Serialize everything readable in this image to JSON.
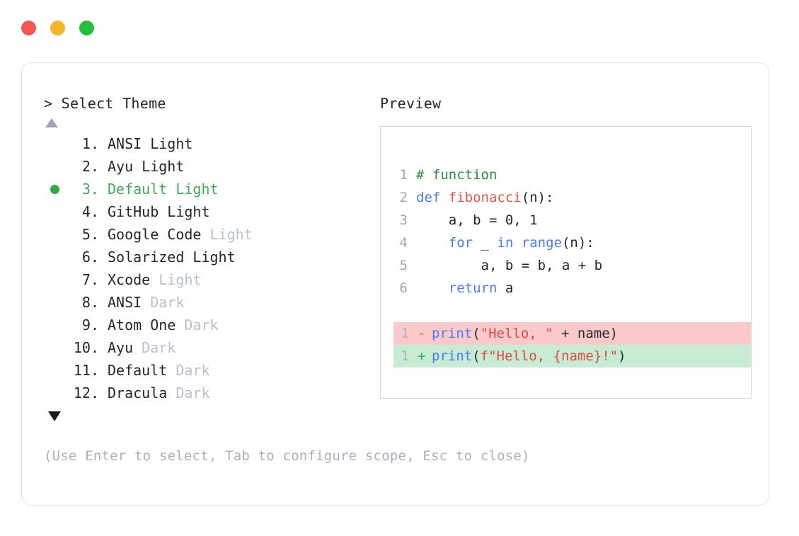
{
  "window": {
    "traffic_lights": [
      {
        "name": "close-button",
        "color": "#f2574f"
      },
      {
        "name": "minimize-button",
        "color": "#f6b52a"
      },
      {
        "name": "maximize-button",
        "color": "#25bd3c"
      }
    ]
  },
  "selector": {
    "prompt": "> Select Theme",
    "scroll_up_icon": "▲",
    "scroll_down_icon": "▼",
    "selected_index": 3,
    "bullet_color": "#2faa4a",
    "selected_color": "#3faa55",
    "items": [
      {
        "number": "1.",
        "name": "ANSI",
        "mode": "Light",
        "mode_dim": false,
        "selected": false
      },
      {
        "number": "2.",
        "name": "Ayu",
        "mode": "Light",
        "mode_dim": false,
        "selected": false
      },
      {
        "number": "3.",
        "name": "Default",
        "mode": "Light",
        "mode_dim": false,
        "selected": true
      },
      {
        "number": "4.",
        "name": "GitHub",
        "mode": "Light",
        "mode_dim": false,
        "selected": false
      },
      {
        "number": "5.",
        "name": "Google Code",
        "mode": "Light",
        "mode_dim": true,
        "selected": false
      },
      {
        "number": "6.",
        "name": "Solarized",
        "mode": "Light",
        "mode_dim": false,
        "selected": false
      },
      {
        "number": "7.",
        "name": "Xcode",
        "mode": "Light",
        "mode_dim": true,
        "selected": false
      },
      {
        "number": "8.",
        "name": "ANSI",
        "mode": "Dark",
        "mode_dim": true,
        "selected": false
      },
      {
        "number": "9.",
        "name": "Atom One",
        "mode": "Dark",
        "mode_dim": true,
        "selected": false
      },
      {
        "number": "10.",
        "name": "Ayu",
        "mode": "Dark",
        "mode_dim": true,
        "selected": false
      },
      {
        "number": "11.",
        "name": "Default",
        "mode": "Dark",
        "mode_dim": true,
        "selected": false
      },
      {
        "number": "12.",
        "name": "Dracula",
        "mode": "Dark",
        "mode_dim": true,
        "selected": false
      }
    ]
  },
  "preview": {
    "label": "Preview",
    "code_lines": [
      {
        "n": "1",
        "tokens": [
          {
            "t": "# function",
            "c": "comment"
          }
        ]
      },
      {
        "n": "2",
        "tokens": [
          {
            "t": "def ",
            "c": "kw"
          },
          {
            "t": "fibonacci",
            "c": "fn"
          },
          {
            "t": "(n):",
            "c": "plain"
          }
        ]
      },
      {
        "n": "3",
        "tokens": [
          {
            "t": "    a, b = 0, 1",
            "c": "plain"
          }
        ]
      },
      {
        "n": "4",
        "tokens": [
          {
            "t": "    ",
            "c": "plain"
          },
          {
            "t": "for",
            "c": "kw"
          },
          {
            "t": " _ ",
            "c": "plain"
          },
          {
            "t": "in",
            "c": "kw"
          },
          {
            "t": " ",
            "c": "plain"
          },
          {
            "t": "range",
            "c": "kw"
          },
          {
            "t": "(n):",
            "c": "plain"
          }
        ]
      },
      {
        "n": "5",
        "tokens": [
          {
            "t": "        a, b = b, a + b",
            "c": "plain"
          }
        ]
      },
      {
        "n": "6",
        "tokens": [
          {
            "t": "    ",
            "c": "plain"
          },
          {
            "t": "return",
            "c": "kw"
          },
          {
            "t": " a",
            "c": "plain"
          }
        ]
      }
    ],
    "diff_lines": [
      {
        "n": "1",
        "sign": "-",
        "kind": "del",
        "tokens": [
          {
            "t": "print",
            "c": "kw"
          },
          {
            "t": "(",
            "c": "plain"
          },
          {
            "t": "\"Hello, \"",
            "c": "str"
          },
          {
            "t": " + name)",
            "c": "plain"
          }
        ]
      },
      {
        "n": "1",
        "sign": "+",
        "kind": "add",
        "tokens": [
          {
            "t": "print",
            "c": "kw"
          },
          {
            "t": "(",
            "c": "plain"
          },
          {
            "t": "f\"Hello, {name}!\"",
            "c": "str"
          },
          {
            "t": ")",
            "c": "plain"
          }
        ]
      }
    ],
    "diff_del_bg": "#fbc9ca",
    "diff_add_bg": "#c8ecd3"
  },
  "footer": {
    "hint": "(Use Enter to select, Tab to configure scope, Esc to close)"
  }
}
